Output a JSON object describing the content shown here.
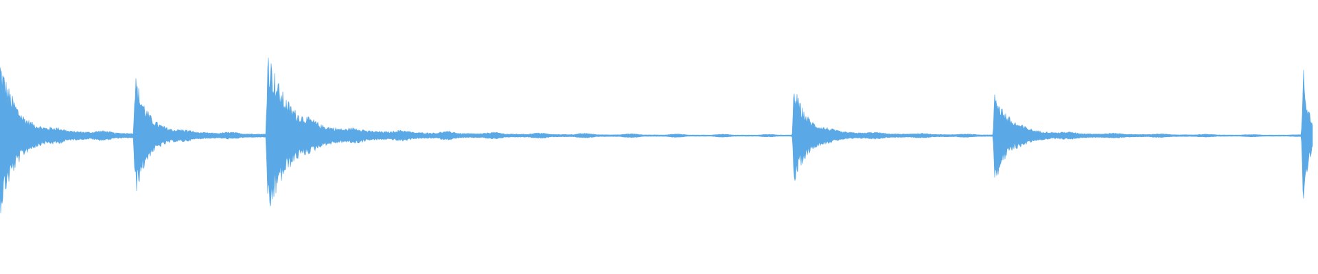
{
  "waveform": {
    "color": "#5aa9e6",
    "background": "#ffffff",
    "transients": [
      {
        "time": 0.0,
        "amplitude": 1.0,
        "decay": 0.06
      },
      {
        "time": 0.103,
        "amplitude": 0.76,
        "decay": 0.05
      },
      {
        "time": 0.204,
        "amplitude": 1.1,
        "decay": 0.08
      },
      {
        "time": 0.605,
        "amplitude": 0.65,
        "decay": 0.05
      },
      {
        "time": 0.758,
        "amplitude": 0.6,
        "decay": 0.055
      },
      {
        "time": 0.993,
        "amplitude": 0.95,
        "decay": 0.02
      }
    ]
  }
}
